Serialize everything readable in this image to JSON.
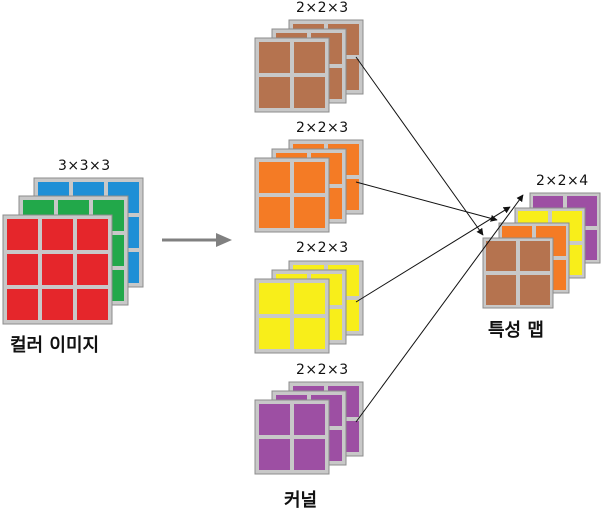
{
  "input": {
    "dims": "3×3×3",
    "caption": "컬러 이미지",
    "layer_colors": [
      "#1e8fd6",
      "#22a84a",
      "#e5262b"
    ]
  },
  "kernels": {
    "caption": "커널",
    "items": [
      {
        "dims": "2×2×3",
        "color": "#b5734f"
      },
      {
        "dims": "2×2×3",
        "color": "#f47b25"
      },
      {
        "dims": "2×2×3",
        "color": "#f8ee1a"
      },
      {
        "dims": "2×2×3",
        "color": "#9d4fa3"
      }
    ]
  },
  "feature_map": {
    "dims": "2×2×4",
    "caption": "특성 맵",
    "layer_colors": [
      "#9d4fa3",
      "#f8ee1a",
      "#f47b25",
      "#b5734f"
    ]
  },
  "colors": {
    "grid_frame": "#c8c8c8",
    "grid_border": "#8c8c8c",
    "arrow": "#808080",
    "line": "#111111"
  }
}
